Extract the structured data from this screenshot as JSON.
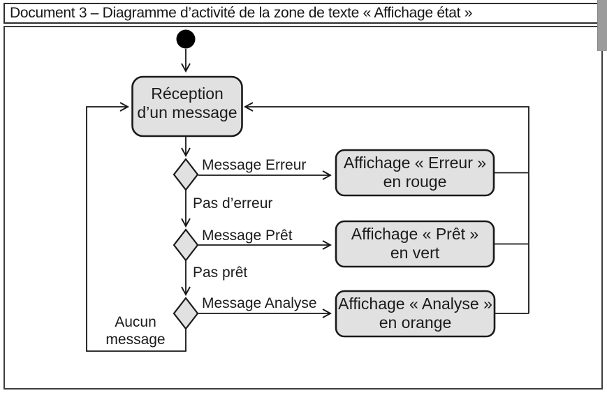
{
  "title": "Document 3 – Diagramme d’activité de la zone de texte « Affichage état »",
  "diagram": {
    "type": "uml-activity",
    "reception": {
      "line1": "Réception",
      "line2": "d’un message"
    },
    "actions": [
      {
        "line1": "Affichage « Erreur »",
        "line2": "en rouge"
      },
      {
        "line1": "Affichage « Prêt »",
        "line2": "en vert"
      },
      {
        "line1": "Affichage « Analyse »",
        "line2": "en orange"
      }
    ],
    "guards": {
      "erreur": "Message Erreur",
      "pas_erreur": "Pas d’erreur",
      "pret": "Message Prêt",
      "pas_pret": "Pas prêt",
      "analyse": "Message Analyse",
      "aucun1": "Aucun",
      "aucun2": "message"
    },
    "colors": {
      "node_fill": "#e1e1e1",
      "node_stroke": "#1a1a1a",
      "line": "#161616",
      "start_fill": "#000000"
    }
  },
  "scrollbar": {
    "orientation": "vertical"
  }
}
